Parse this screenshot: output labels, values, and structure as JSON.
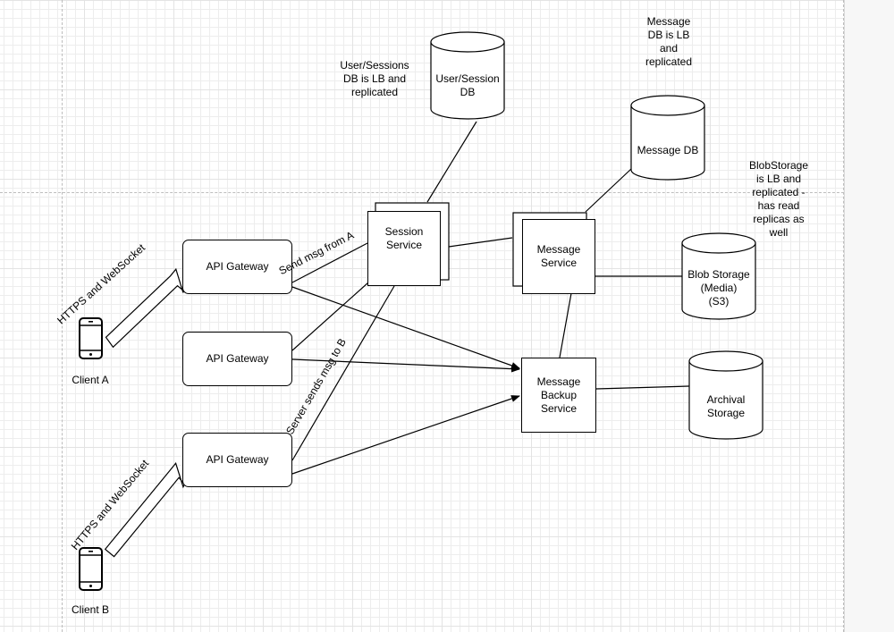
{
  "nodes": {
    "client_a": "Client A",
    "client_b": "Client B",
    "api_gateway_1": "API Gateway",
    "api_gateway_2": "API Gateway",
    "api_gateway_3": "API Gateway",
    "session_service": "Session\nService",
    "message_service": "Message\nService",
    "message_backup_service": "Message\nBackup\nService",
    "user_session_db": "User/Session\nDB",
    "message_db": "Message DB",
    "blob_storage": "Blob Storage\n(Media)\n(S3)",
    "archival_storage": "Archival\nStorage"
  },
  "annotations": {
    "user_sessions_note": "User/Sessions\nDB is LB and\nreplicated",
    "message_db_note": "Message\nDB is LB\nand\nreplicated",
    "blob_note": "BlobStorage\nis LB and\nreplicated -\nhas read\nreplicas as\nwell"
  },
  "edge_labels": {
    "https_ws_a": "HTTPS and WebSocket",
    "https_ws_b": "HTTPS and WebSocket",
    "send_msg_from_a": "Send msg from A",
    "server_sends_to_b": "Server sends msg to B"
  },
  "icons": {
    "client_a": "mobile-phone-icon",
    "client_b": "mobile-phone-icon"
  }
}
